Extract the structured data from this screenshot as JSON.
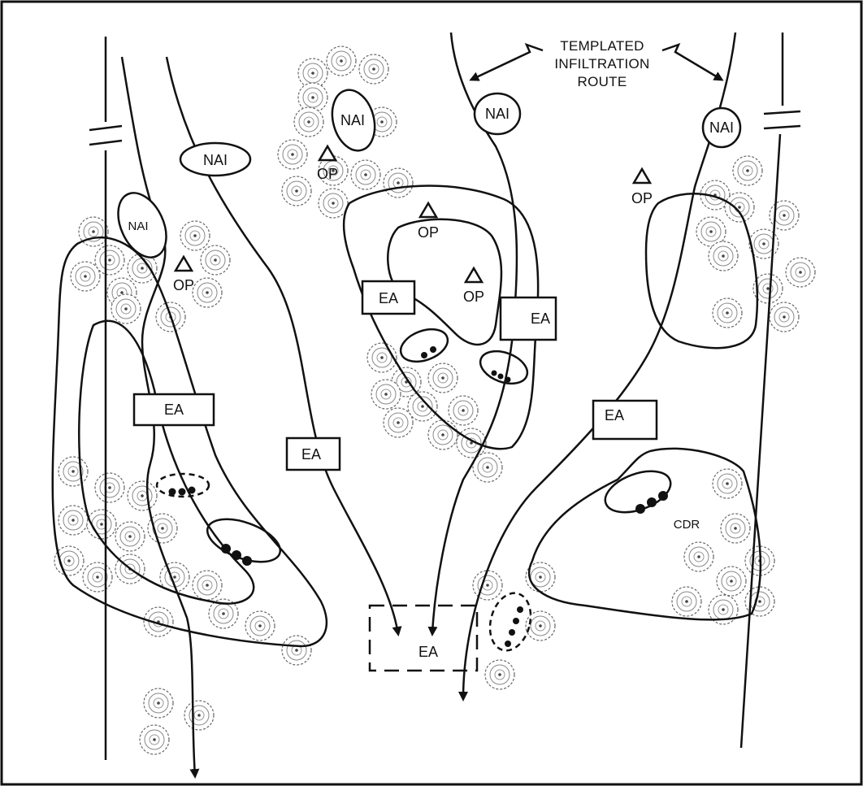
{
  "route_annotation": [
    "TEMPLATED",
    "INFILTRATION",
    "ROUTE"
  ],
  "labels": {
    "nai": "NAI",
    "op": "OP",
    "ea": "EA",
    "cdr": "CDR"
  },
  "colors": {
    "ink": "#111111",
    "paper": "#ffffff",
    "foliage": "#666666"
  },
  "symbols": {
    "observation_post": "triangle-icon",
    "vegetation": "tree-cluster-icon",
    "unit": "dot-group-icon"
  }
}
